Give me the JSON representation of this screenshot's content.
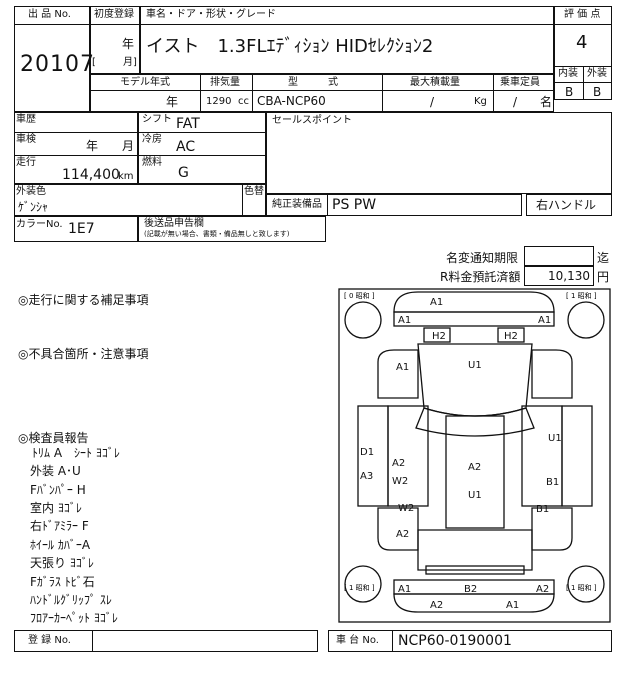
{
  "header": {
    "lot_no_label": "出 品 No.",
    "lot_no": "20107",
    "first_reg_label": "初度登録",
    "first_reg_year_unit": "年",
    "first_reg_month_open": "[",
    "first_reg_month_unit": "月]",
    "name_label": "車名・ドア・形状・グレード",
    "vehicle_name": "イスト　1.3FLｴﾃﾞｨｼｮﾝ HIDｾﾚｸｼｮﾝ2",
    "model_year_label": "モデル年式",
    "model_year_unit": "年",
    "displacement_label": "排気量",
    "displacement": "1290",
    "displacement_unit": "cc",
    "type_label": "型　　　式",
    "model_code": "CBA-NCP60",
    "max_load_label": "最大積載量",
    "max_load_value": "/",
    "max_load_unit": "Kg",
    "capacity_label": "乗車定員",
    "capacity_value": "/",
    "capacity_unit": "名",
    "grade_label": "評 価 点",
    "grade": "4",
    "interior_label": "内装",
    "exterior_label": "外装",
    "interior_grade": "B",
    "exterior_grade": "B"
  },
  "details": {
    "history_label": "車歴",
    "inspection_label": "車検",
    "inspection_year": "年",
    "inspection_month": "月",
    "mileage_label": "走行",
    "mileage": "114,400",
    "mileage_unit": "km",
    "shift_label": "シフト",
    "shift": "FAT",
    "ac_label": "冷房",
    "ac": "AC",
    "fuel_label": "燃料",
    "fuel": "G",
    "sales_points_label": "セールスポイント",
    "color_label": "外装色",
    "color": "ｹﾞﾝｼｬ",
    "repaint_label": "色替",
    "equip_label": "純正装備品",
    "equipment": "PS PW",
    "steering": "右ハンドル",
    "color_no_label": "カラーNo.",
    "color_no": "1E7",
    "docs_label": "後送品申告欄",
    "docs_note": "(記載が無い場合、書類・備品無しと致します)"
  },
  "fees": {
    "notice_label": "名変通知期限",
    "notice_unit": "迄",
    "recycle_label": "R料金預託済額",
    "recycle_value": "10,130",
    "recycle_unit": "円"
  },
  "notes": {
    "driving_label": "◎走行に関する補足事項",
    "defects_label": "◎不具合箇所・注意事項",
    "inspector_label": "◎検査員報告",
    "items": [
      "ﾄﾘﾑ A　ｼｰﾄ ﾖｺﾞﾚ",
      "外装 A･U",
      "Fﾊﾞﾝﾊﾟｰ H",
      "室内 ﾖｺﾞﾚ",
      "右ﾄﾞｱﾐﾗｰ F",
      "ﾎｲｰﾙ ｶﾊﾞｰA",
      "天張り ﾖｺﾞﾚ",
      "Fｶﾞﾗｽ ﾄﾋﾞ石",
      "ﾊﾝﾄﾞﾙｸﾞﾘｯﾌﾟ ｽﾚ",
      "ﾌﾛｱｰｶｰﾍﾟｯﾄ ﾖｺﾞﾚ"
    ]
  },
  "diagram": {
    "top_left": "[ 0 昭和 ]",
    "top_right": "[ 1 昭和 ]",
    "bottom_left": "[ 1 昭和 ]",
    "bottom_right": "[ 1 昭和 ]",
    "marks": {
      "front_bumper": "A1",
      "front_left": "A1",
      "front_right": "A1",
      "headlight_left": "H2",
      "headlight_right": "H2",
      "left_fender": "A1",
      "hood": "U1",
      "right_front_door_area": "U1",
      "left_pillar": "D1",
      "left_quarter": "A3",
      "left_door_a": "A2",
      "left_door_w": "W2",
      "roof_a": "A2",
      "roof_u": "U1",
      "right_rear_door": "B1",
      "right_rear": "B1",
      "left_rear_w": "W2",
      "left_rear_a": "A2",
      "rear_left": "A1",
      "rear_center": "B2",
      "rear_right": "A2",
      "rear_bumper_a": "A2",
      "rear_bumper_b": "A1"
    }
  },
  "footer": {
    "reg_no_label": "登 録 No.",
    "chassis_label": "車 台 No.",
    "chassis_no": "NCP60-0190001"
  }
}
